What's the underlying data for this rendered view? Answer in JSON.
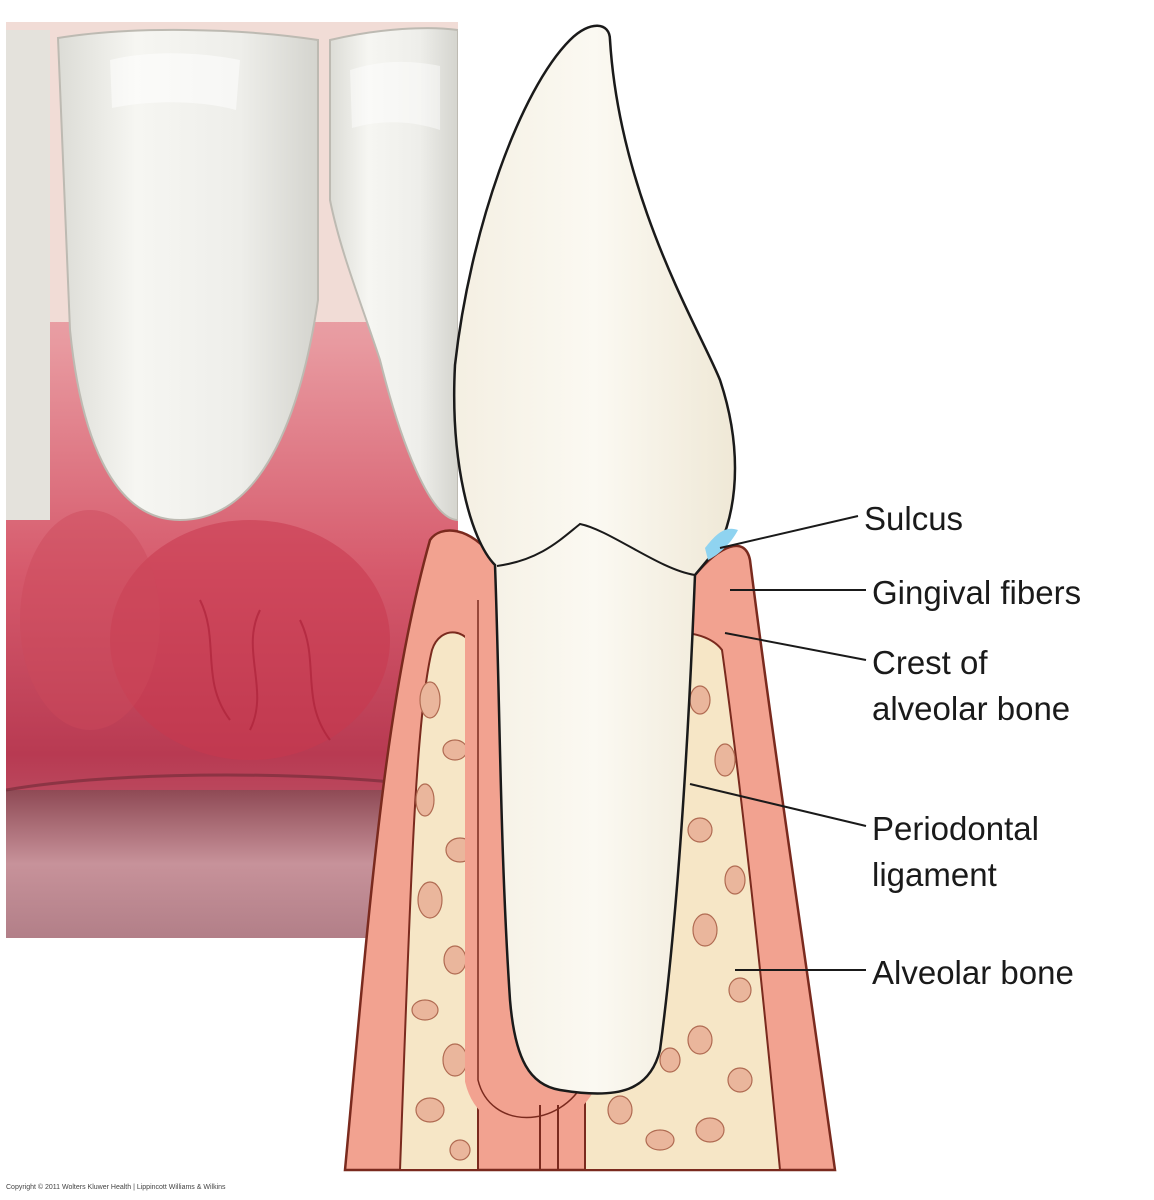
{
  "labels": {
    "sulcus": "Sulcus",
    "gingival_fibers": "Gingival fibers",
    "crest_of_alveolar_bone": "Crest of\nalveolar bone",
    "periodontal_ligament": "Periodontal\nligament",
    "alveolar_bone": "Alveolar bone"
  },
  "copyright": "Copyright © 2011 Wolters Kluwer Health | Lippincott Williams & Wilkins",
  "colors": {
    "gingiva_pink": "#f2a290",
    "gingiva_outline": "#7a2a1e",
    "bone_fill": "#f6e6c6",
    "trabecula_fill": "#eab69c",
    "tooth_fill": "#f8f4ea",
    "sulcus_blue": "#8fd3f0",
    "leader_line": "#1a1a1a"
  }
}
